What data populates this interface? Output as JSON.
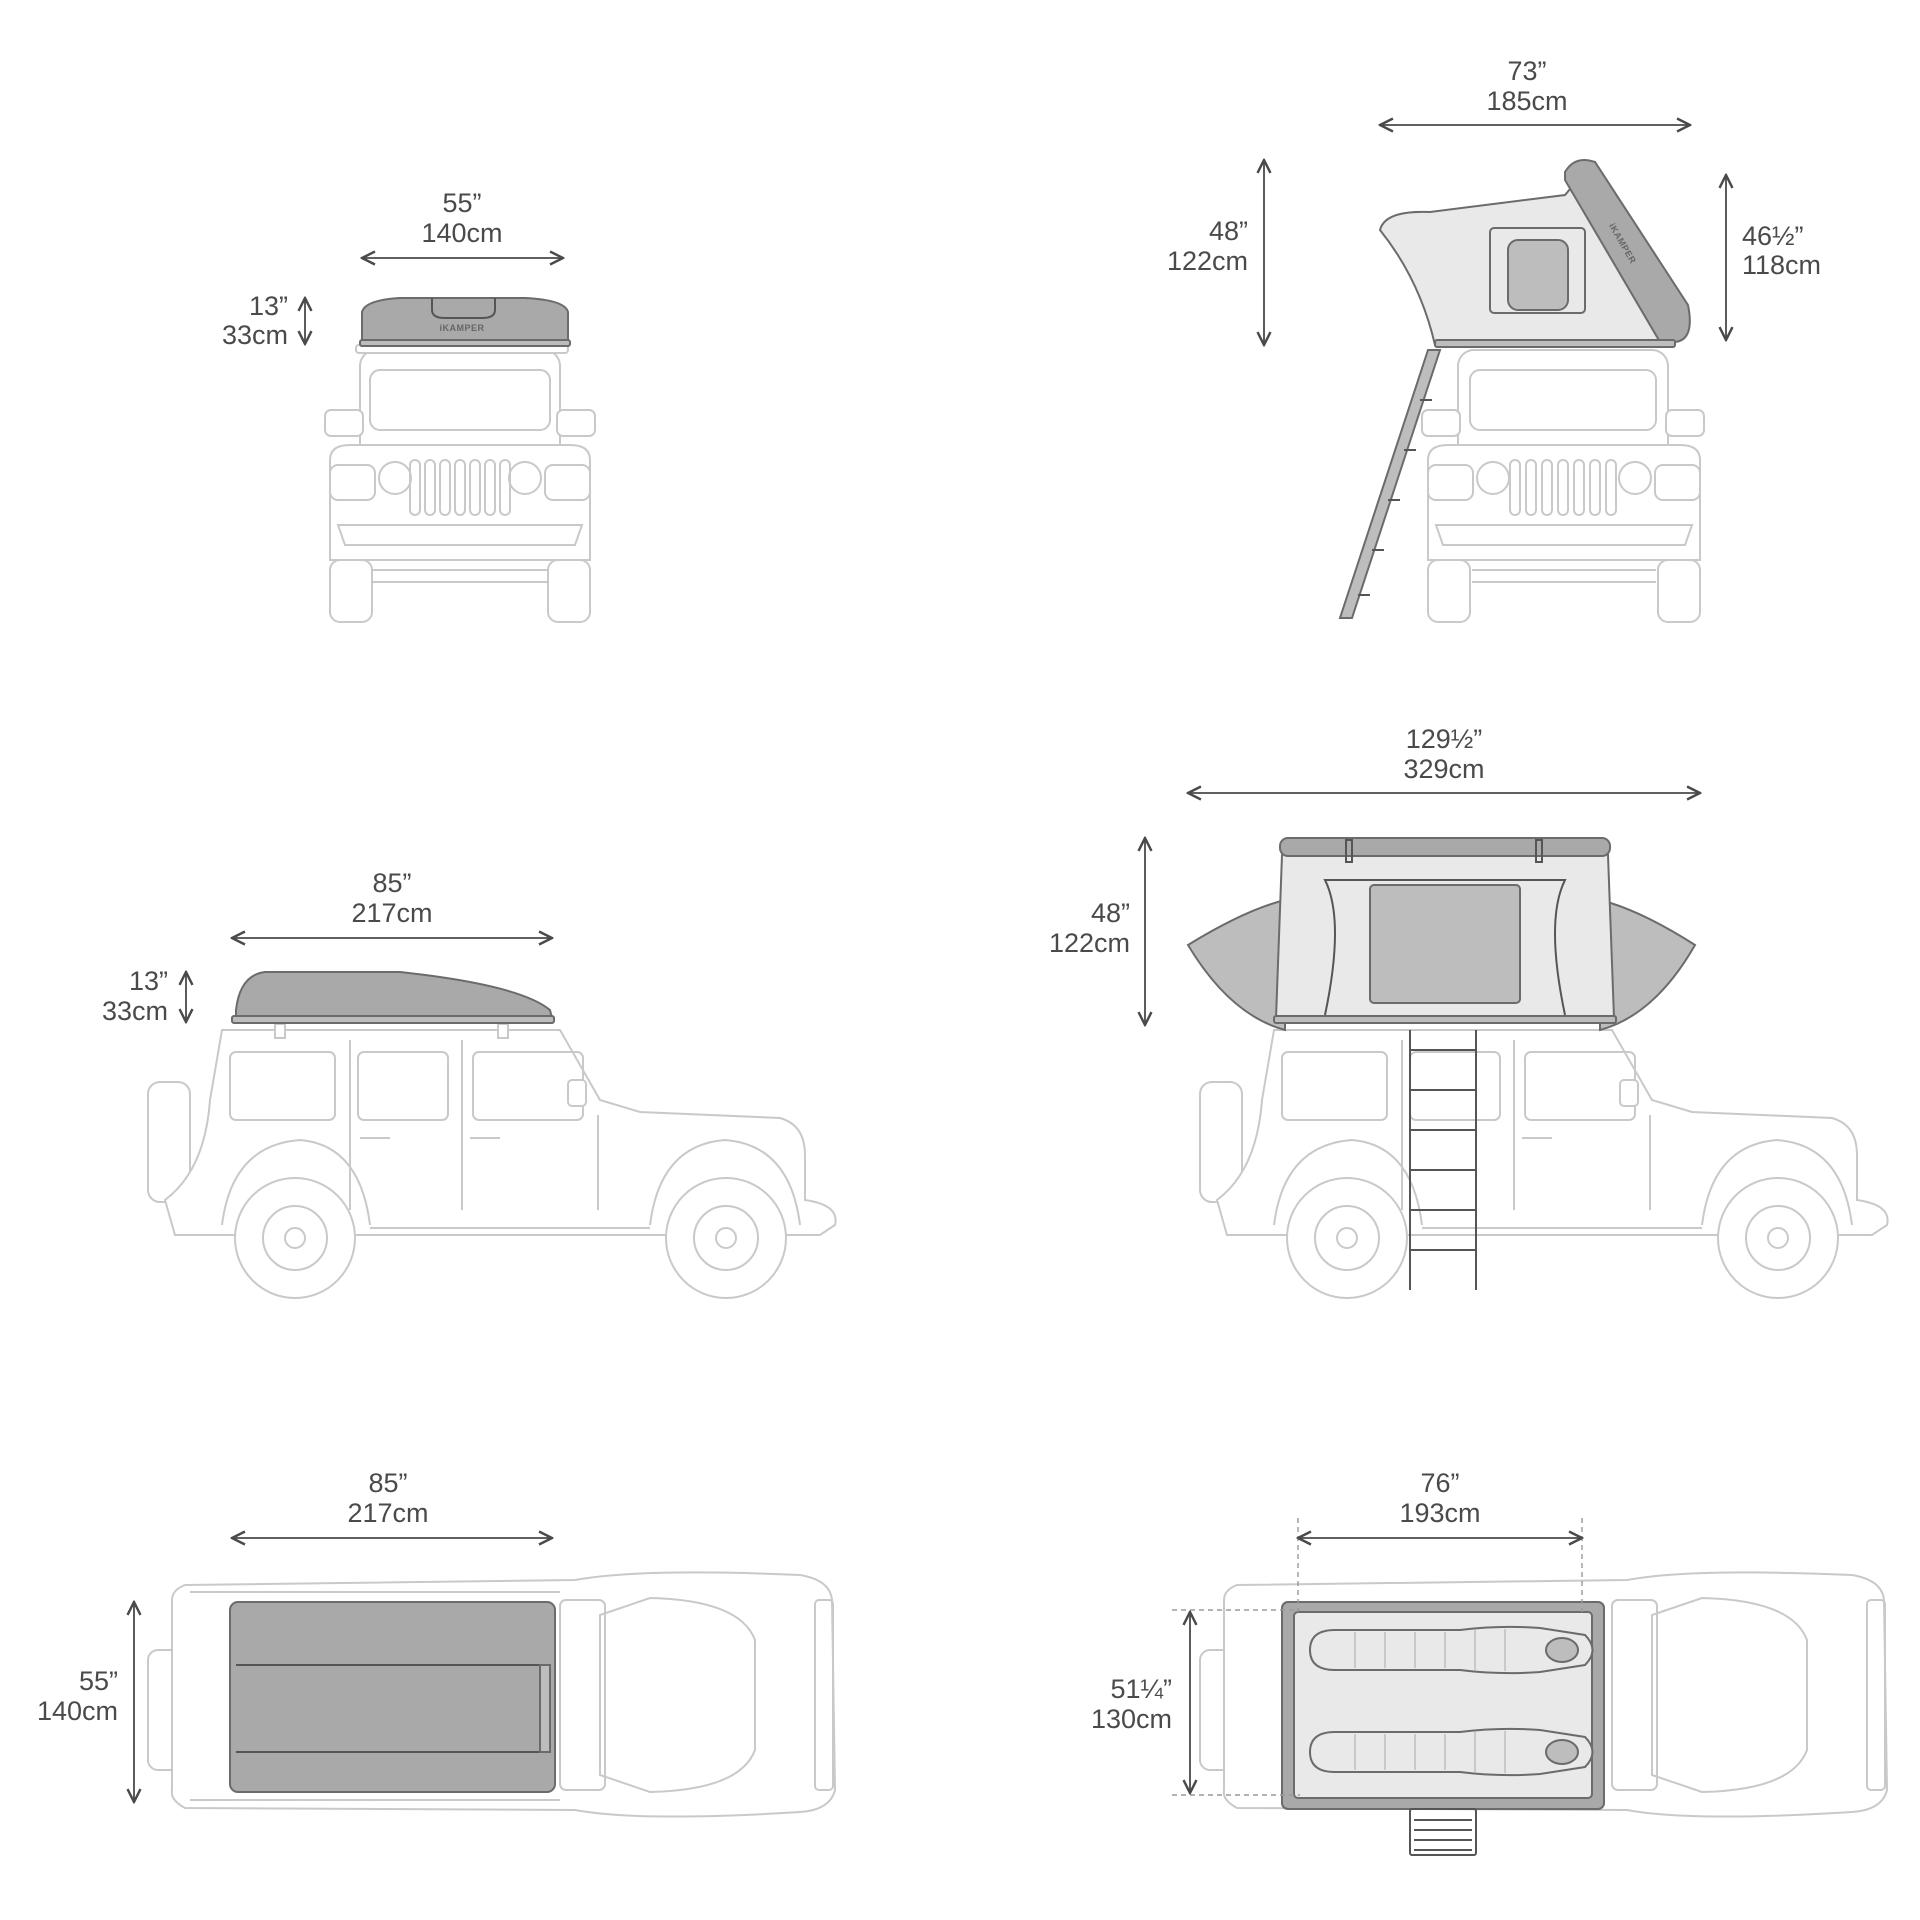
{
  "views": {
    "front_closed": {
      "width_in": "55”",
      "width_cm": "140cm",
      "height_in": "13”",
      "height_cm": "33cm",
      "brand": "iKAMPER"
    },
    "front_open": {
      "width_in": "73”",
      "width_cm": "185cm",
      "total_height_in": "48”",
      "total_height_cm": "122cm",
      "roof_height_in": "46½”",
      "roof_height_cm": "118cm",
      "brand": "iKAMPER"
    },
    "side_closed": {
      "length_in": "85”",
      "length_cm": "217cm",
      "height_in": "13”",
      "height_cm": "33cm"
    },
    "side_open": {
      "length_in": "129½”",
      "length_cm": "329cm",
      "height_in": "48”",
      "height_cm": "122cm"
    },
    "top_closed": {
      "length_in": "85”",
      "length_cm": "217cm",
      "width_in": "55”",
      "width_cm": "140cm"
    },
    "top_open": {
      "length_in": "76”",
      "length_cm": "193cm",
      "width_in": "51¼”",
      "width_cm": "130cm"
    }
  },
  "colors": {
    "vehicle_outline": "#c9c9c9",
    "tent_shell": "#a9a9a9",
    "tent_fabric": "#e9e9e9",
    "dimension_text": "#4a4a4a"
  }
}
